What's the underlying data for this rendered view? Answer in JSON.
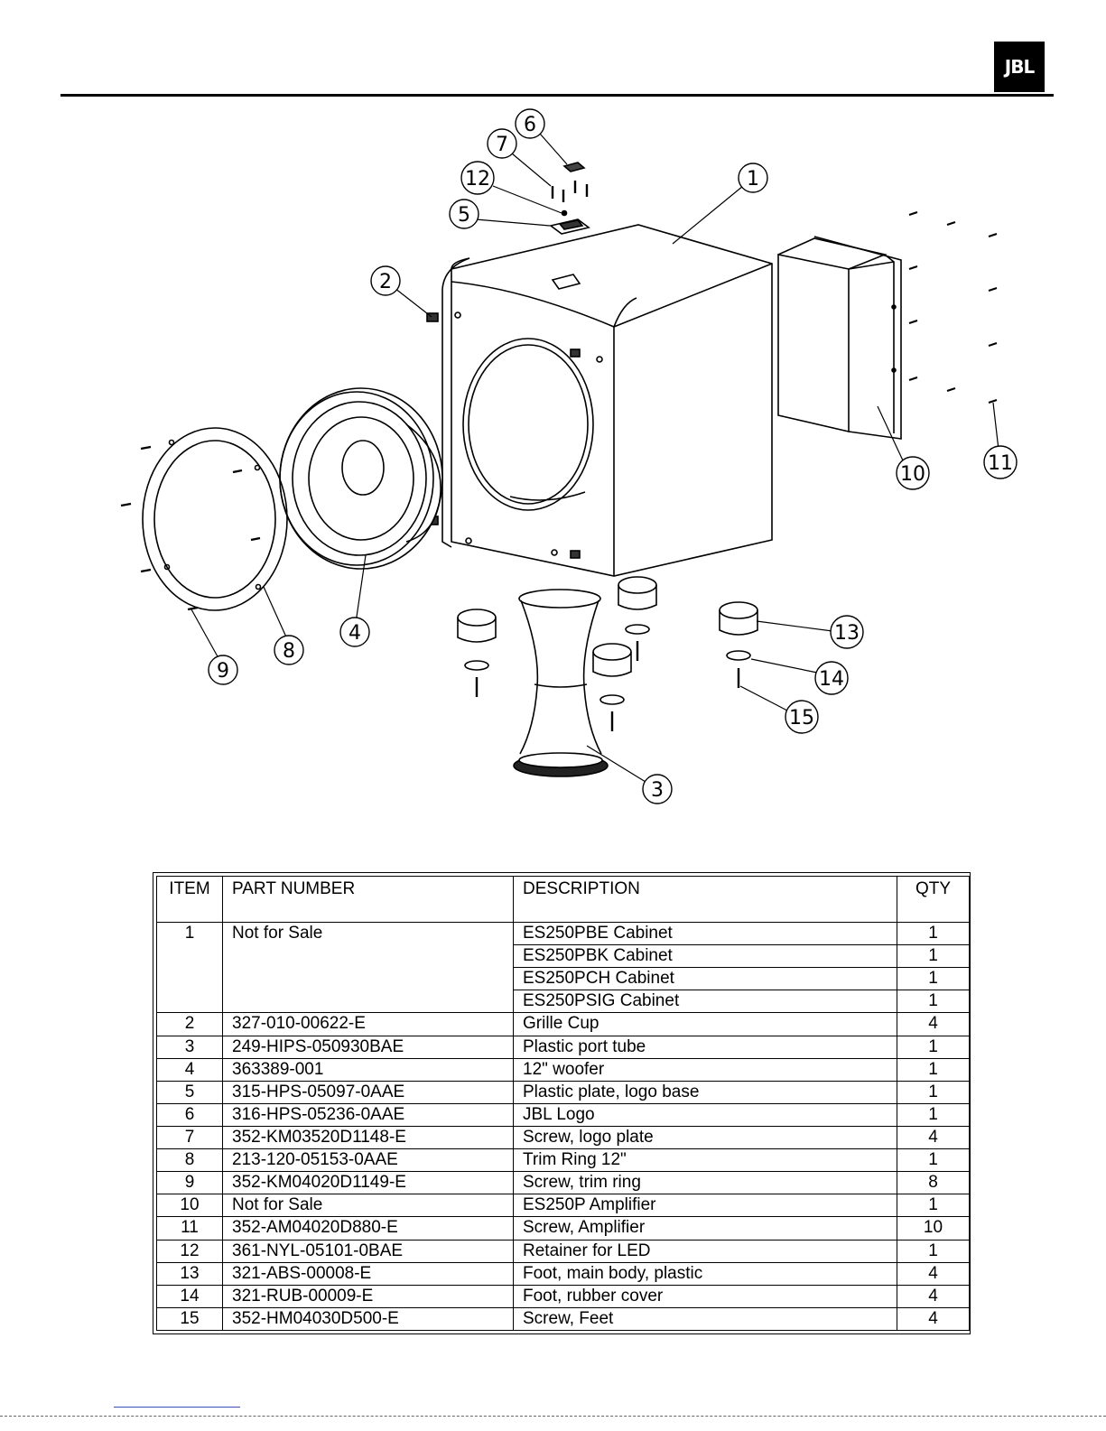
{
  "logo": {
    "text": "JBL"
  },
  "callouts": [
    "1",
    "2",
    "3",
    "4",
    "5",
    "6",
    "7",
    "8",
    "9",
    "10",
    "11",
    "12",
    "13",
    "14",
    "15"
  ],
  "table": {
    "headers": {
      "item": "ITEM",
      "part_number": "PART NUMBER",
      "description": "DESCRIPTION",
      "qty": "QTY"
    },
    "item1": {
      "item": "1",
      "part_number": "Not for Sale",
      "variants": [
        {
          "description": "ES250PBE Cabinet",
          "qty": "1"
        },
        {
          "description": "ES250PBK Cabinet",
          "qty": "1"
        },
        {
          "description": "ES250PCH Cabinet",
          "qty": "1"
        },
        {
          "description": "ES250PSIG Cabinet",
          "qty": "1"
        }
      ]
    },
    "rows": [
      {
        "item": "2",
        "part_number": "327-010-00622-E",
        "description": "Grille Cup",
        "qty": "4"
      },
      {
        "item": "3",
        "part_number": "249-HIPS-050930BAE",
        "description": "Plastic port tube",
        "qty": "1"
      },
      {
        "item": "4",
        "part_number": "363389-001",
        "description": "12\" woofer",
        "qty": "1"
      },
      {
        "item": "5",
        "part_number": "315-HPS-05097-0AAE",
        "description": "Plastic plate, logo base",
        "qty": "1"
      },
      {
        "item": "6",
        "part_number": "316-HPS-05236-0AAE",
        "description": "JBL Logo",
        "qty": "1"
      },
      {
        "item": "7",
        "part_number": "352-KM03520D1148-E",
        "description": "Screw, logo plate",
        "qty": "4"
      },
      {
        "item": "8",
        "part_number": "213-120-05153-0AAE",
        "description": "Trim Ring 12\"",
        "qty": "1"
      },
      {
        "item": "9",
        "part_number": "352-KM04020D1149-E",
        "description": "Screw, trim ring",
        "qty": "8"
      },
      {
        "item": "10",
        "part_number": "Not for Sale",
        "description": "ES250P Amplifier",
        "qty": "1"
      },
      {
        "item": "11",
        "part_number": "352-AM04020D880-E",
        "description": "Screw, Amplifier",
        "qty": "10"
      },
      {
        "item": "12",
        "part_number": "361-NYL-05101-0BAE",
        "description": "Retainer for LED",
        "qty": "1"
      },
      {
        "item": "13",
        "part_number": "321-ABS-00008-E",
        "description": "Foot, main body, plastic",
        "qty": "4"
      },
      {
        "item": "14",
        "part_number": "321-RUB-00009-E",
        "description": "Foot, rubber cover",
        "qty": "4"
      },
      {
        "item": "15",
        "part_number": "352-HM04030D500-E",
        "description": "Screw, Feet",
        "qty": "4"
      }
    ]
  }
}
